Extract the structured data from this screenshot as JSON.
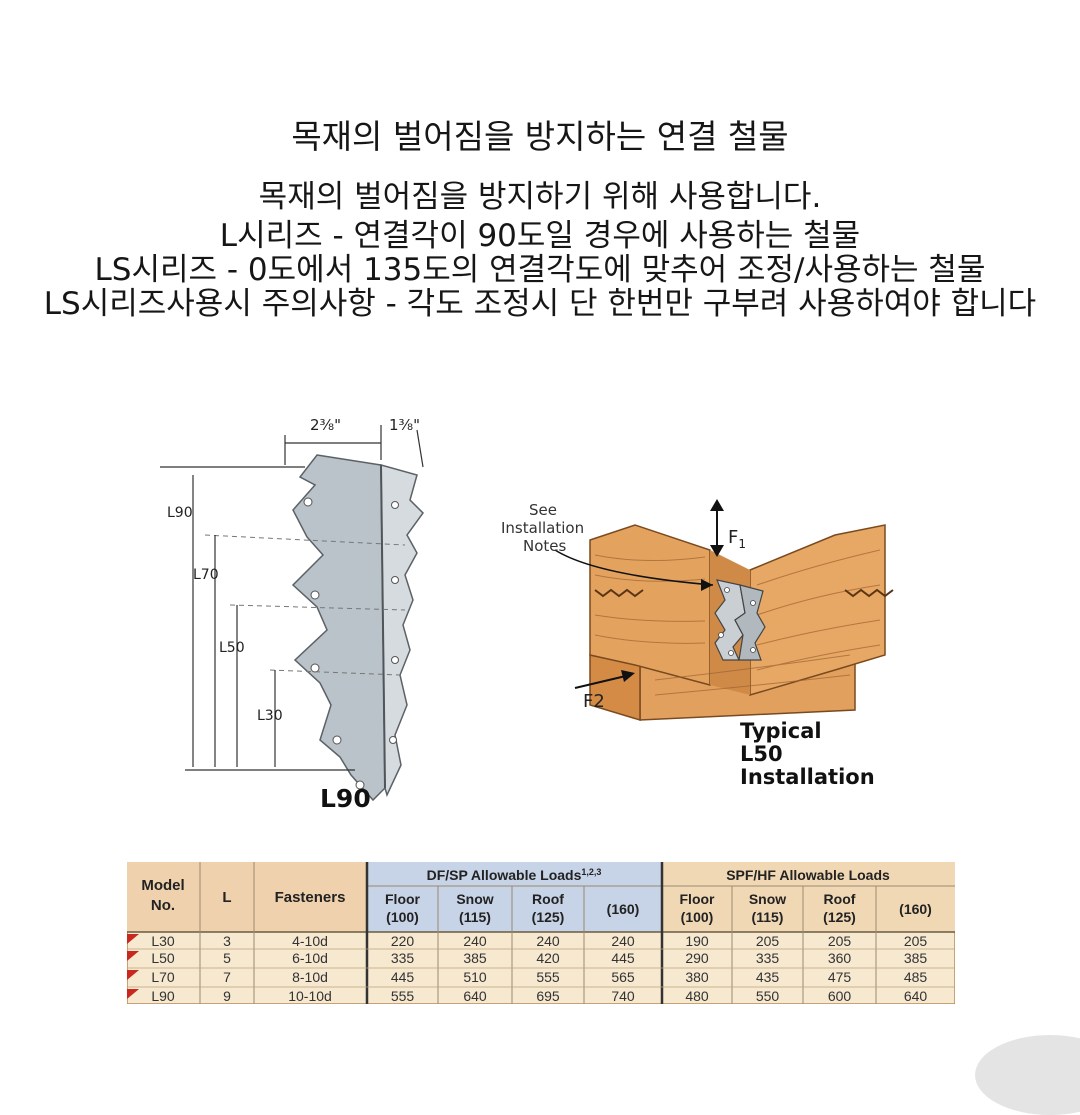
{
  "heading": {
    "title": "목재의 벌어짐을 방지하는 연결 철물",
    "lines": [
      "목재의 벌어짐을 방지하기 위해 사용합니다.",
      "L시리즈 - 연결각이 90도일 경우에 사용하는 철물",
      "LS시리즈 - 0도에서 135도의 연결각도에 맞추어 조정/사용하는 철물",
      "LS시리즈사용시 주의사항 - 각도 조정시 단 한번만 구부려 사용하여야 합니다"
    ]
  },
  "l90_figure": {
    "dim_width": "2⅜\"",
    "dim_flange": "1⅜\"",
    "labels": [
      "L90",
      "L70",
      "L50",
      "L30"
    ],
    "caption": "L90"
  },
  "install_figure": {
    "note": [
      "See",
      "Installation",
      "Notes"
    ],
    "force_1": "F",
    "force_1_sub": "1",
    "force_2": "F2",
    "caption": [
      "Typical",
      "L50",
      "Installation"
    ]
  },
  "load_table": {
    "headers": {
      "model": [
        "Model",
        "No."
      ],
      "l": "L",
      "fasteners": "Fasteners",
      "group1": "DF/SP Allowable Loads",
      "group1_sup": "1,2,3",
      "group2": "SPF/HF Allowable Loads",
      "sub": [
        [
          "Floor",
          "(100)"
        ],
        [
          "Snow",
          "(115)"
        ],
        [
          "Roof",
          "(125)"
        ],
        [
          "(160)"
        ],
        [
          "Floor",
          "(100)"
        ],
        [
          "Snow",
          "(115)"
        ],
        [
          "Roof",
          "(125)"
        ],
        [
          "(160)"
        ]
      ]
    },
    "rows": [
      {
        "model": "L30",
        "l": "3",
        "fasteners": "4-10d",
        "values": [
          "220",
          "240",
          "240",
          "240",
          "190",
          "205",
          "205",
          "205"
        ]
      },
      {
        "model": "L50",
        "l": "5",
        "fasteners": "6-10d",
        "values": [
          "335",
          "385",
          "420",
          "445",
          "290",
          "335",
          "360",
          "385"
        ]
      },
      {
        "model": "L70",
        "l": "7",
        "fasteners": "8-10d",
        "values": [
          "445",
          "510",
          "555",
          "565",
          "380",
          "435",
          "475",
          "485"
        ]
      },
      {
        "model": "L90",
        "l": "9",
        "fasteners": "10-10d",
        "values": [
          "555",
          "640",
          "695",
          "740",
          "480",
          "550",
          "600",
          "640"
        ]
      }
    ],
    "colors": {
      "header_bg": "#efd2ad",
      "group1_bg": "#c7d3e6",
      "group2_bg": "#f1d8b4",
      "body_bg": "#f7e8d0",
      "marker": "#c8281e"
    }
  }
}
